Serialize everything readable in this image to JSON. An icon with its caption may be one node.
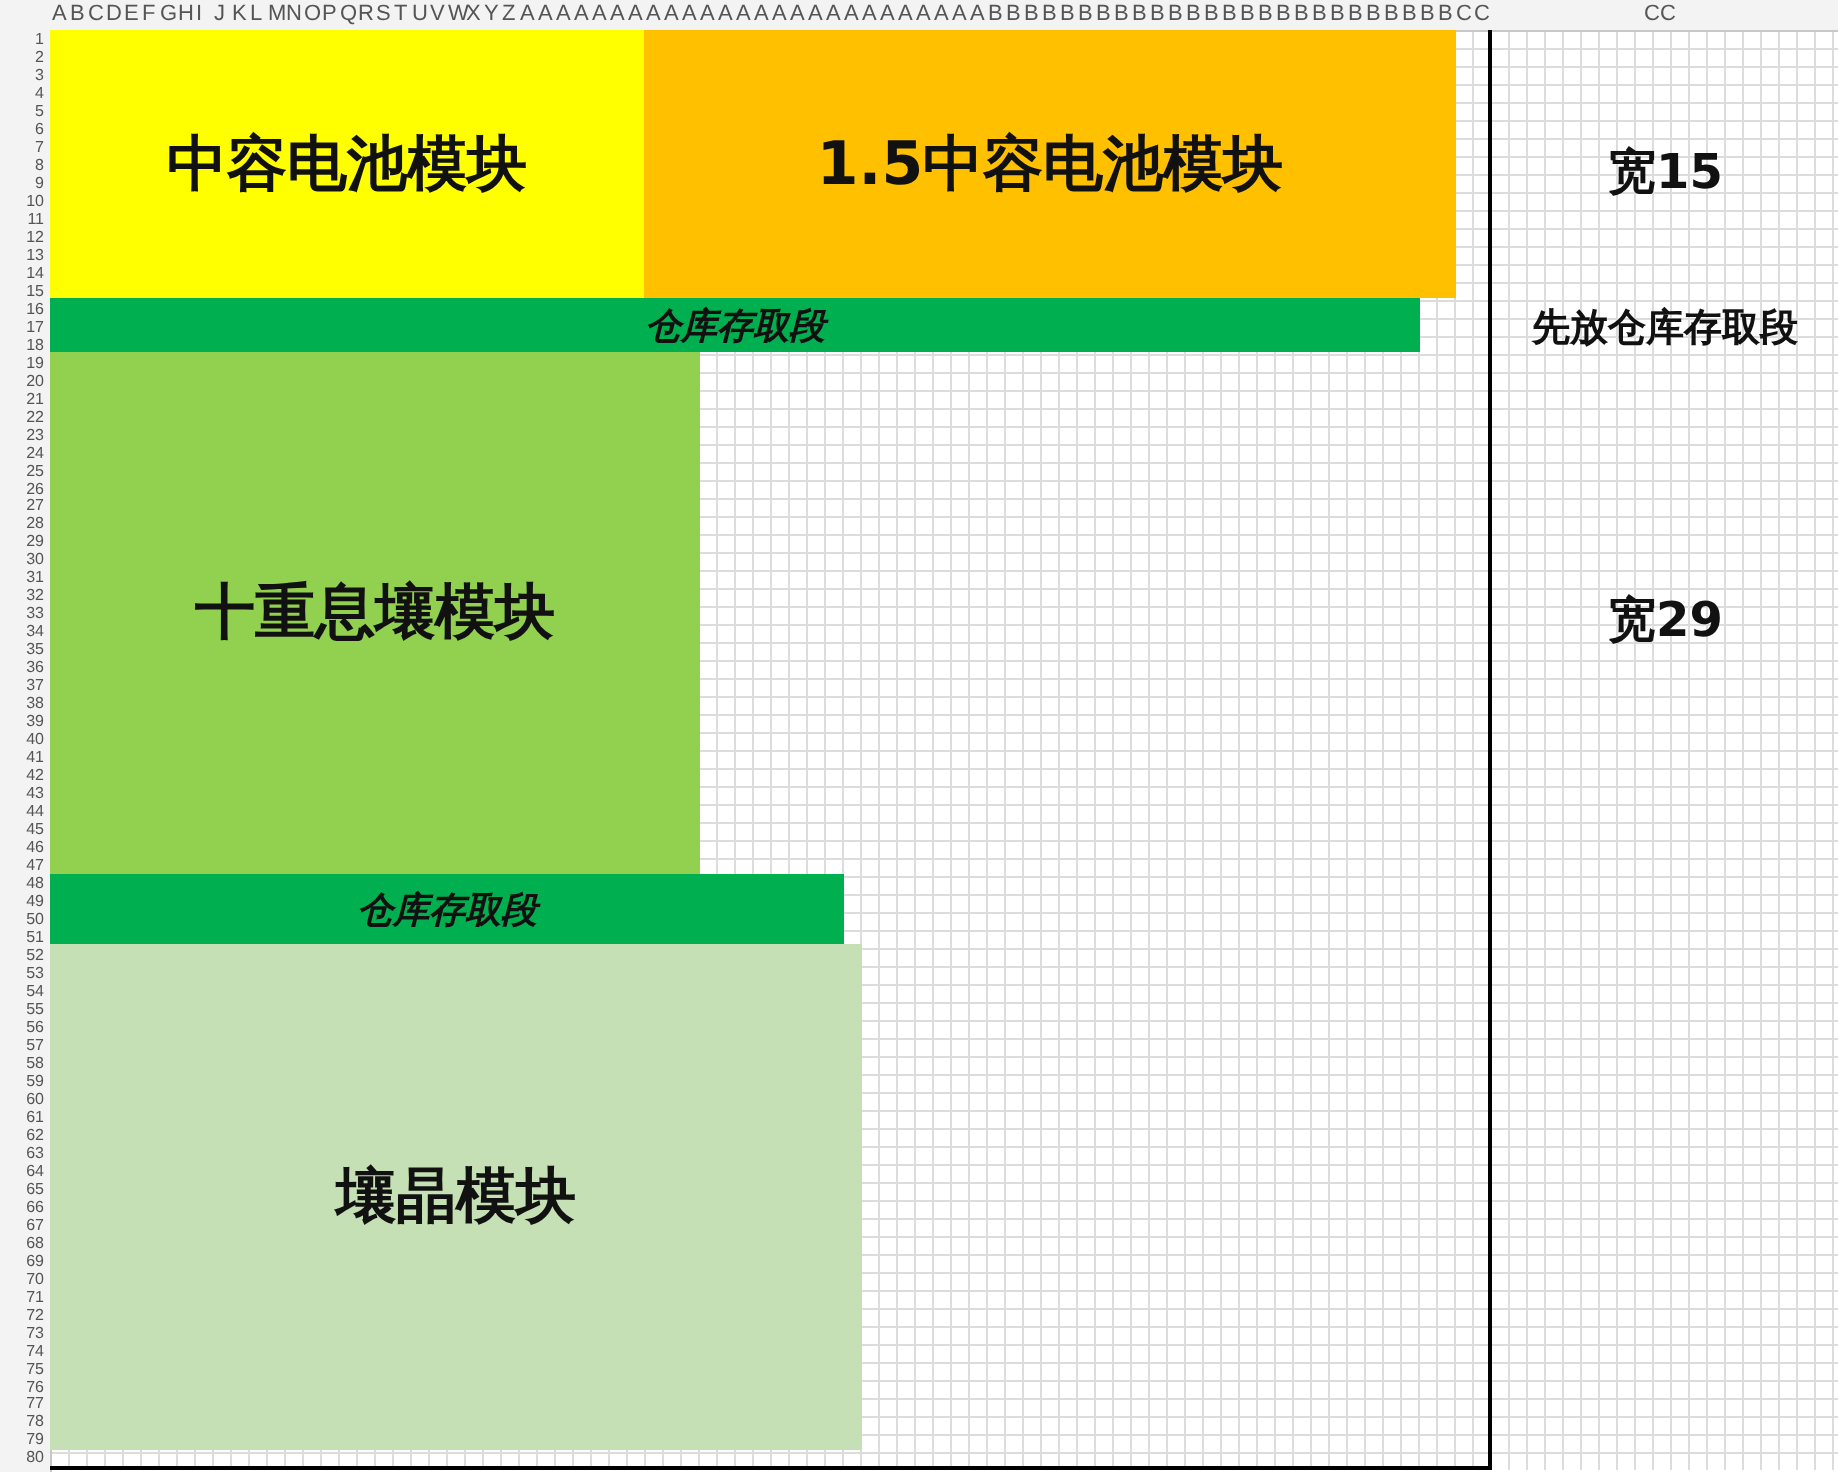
{
  "diagram": {
    "nodes": [
      {
        "text": [
          "中容电池模块"
        ]
      },
      {
        "text": [
          "1.5中容电池模块"
        ]
      },
      {
        "text": [
          "仓库存取段"
        ]
      },
      {
        "text": [
          "十重息壤模块"
        ]
      },
      {
        "text": [
          "仓库存取段"
        ]
      },
      {
        "text": [
          "壤晶模块"
        ]
      }
    ],
    "labels": [
      "A",
      "B",
      "C",
      "D",
      "E",
      "F",
      "G",
      "H",
      "I",
      "J",
      "K",
      "L",
      "M",
      "N",
      "O",
      "P",
      "Q",
      "R",
      "S",
      "T",
      "U",
      "V",
      "W",
      "X",
      "Y",
      "Z",
      "A",
      "A",
      "A",
      "A",
      "A",
      "A",
      "A",
      "A",
      "A",
      "A",
      "A",
      "A",
      "A",
      "A",
      "A",
      "A",
      "A",
      "A",
      "A",
      "A",
      "A",
      "A",
      "A",
      "A",
      "A",
      "A",
      "B",
      "B",
      "B",
      "B",
      "B",
      "B",
      "B",
      "B",
      "B",
      "B",
      "B",
      "B",
      "B",
      "B",
      "B",
      "B",
      "B",
      "B",
      "B",
      "B",
      "B",
      "B",
      "B",
      "B",
      "B",
      "B",
      "C",
      "C",
      "CC",
      "宽15",
      "先放仓库存取段",
      "宽29",
      "1",
      "2",
      "3",
      "4",
      "5",
      "6",
      "7",
      "8",
      "9",
      "10",
      "11",
      "12",
      "13",
      "14",
      "15",
      "16",
      "17",
      "18",
      "19",
      "20",
      "21",
      "22",
      "23",
      "24",
      "25",
      "26",
      "27",
      "28",
      "29",
      "30",
      "31",
      "32",
      "33",
      "34",
      "35",
      "36",
      "37",
      "38",
      "39",
      "40",
      "41",
      "42",
      "43",
      "44",
      "45",
      "46",
      "47",
      "48",
      "49",
      "50",
      "51",
      "52",
      "53",
      "54",
      "55",
      "56",
      "57",
      "58",
      "59",
      "60",
      "61",
      "62",
      "63",
      "64",
      "65",
      "66",
      "67",
      "68",
      "69",
      "70",
      "71",
      "72",
      "73",
      "74",
      "75",
      "76",
      "77",
      "78",
      "79",
      "80"
    ]
  }
}
